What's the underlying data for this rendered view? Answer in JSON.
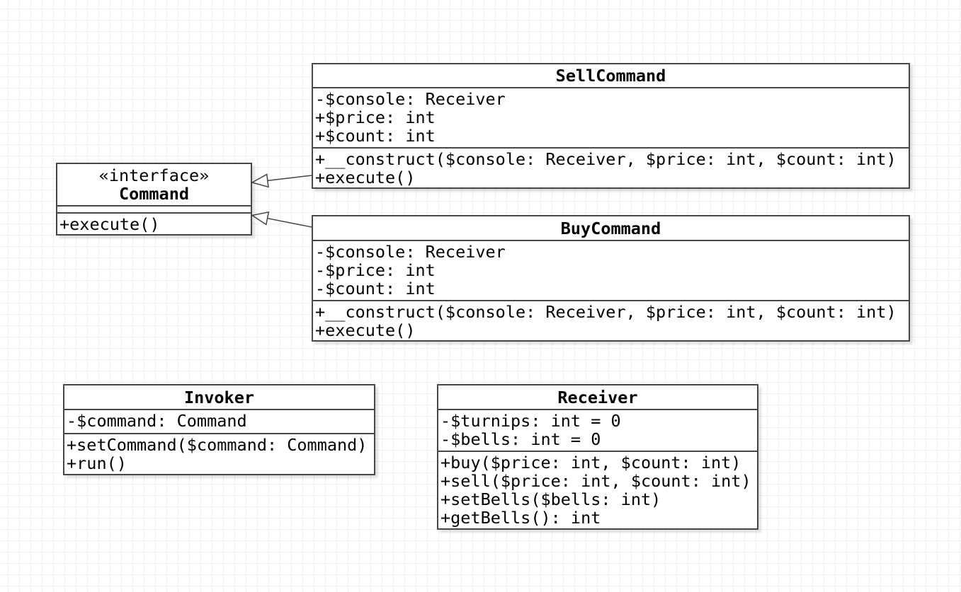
{
  "canvas": {
    "background_color": "#ffffff",
    "grid_color": "#f0f0f0",
    "stroke_color": "#474747",
    "text_color": "#000000"
  },
  "classes": [
    {
      "name": "SellCommand",
      "attributes": [
        "-$console: Receiver",
        "+$price: int",
        "+$count: int"
      ],
      "methods": [
        "+__construct($console: Receiver, $price: int, $count: int)",
        "+execute()"
      ]
    },
    {
      "stereotype": "«interface»",
      "name": "Command",
      "attributes": [],
      "methods": [
        "+execute()"
      ]
    },
    {
      "name": "BuyCommand",
      "attributes": [
        "-$console: Receiver",
        "-$price: int",
        "-$count: int"
      ],
      "methods": [
        "+__construct($console: Receiver, $price: int, $count: int)",
        "+execute()"
      ]
    },
    {
      "name": "Invoker",
      "attributes": [
        "-$command: Command"
      ],
      "methods": [
        "+setCommand($command: Command)",
        "+run()"
      ]
    },
    {
      "name": "Receiver",
      "attributes": [
        "-$turnips: int = 0",
        "-$bells: int = 0"
      ],
      "methods": [
        "+buy($price: int, $count: int)",
        "+sell($price: int, $count: int)",
        "+setBells($bells: int)",
        "+getBells(): int"
      ]
    }
  ],
  "relations": [
    {
      "type": "realization",
      "from": "SellCommand",
      "to": "Command",
      "arrowhead": "hollow-triangle"
    },
    {
      "type": "realization",
      "from": "BuyCommand",
      "to": "Command",
      "arrowhead": "hollow-triangle"
    }
  ]
}
